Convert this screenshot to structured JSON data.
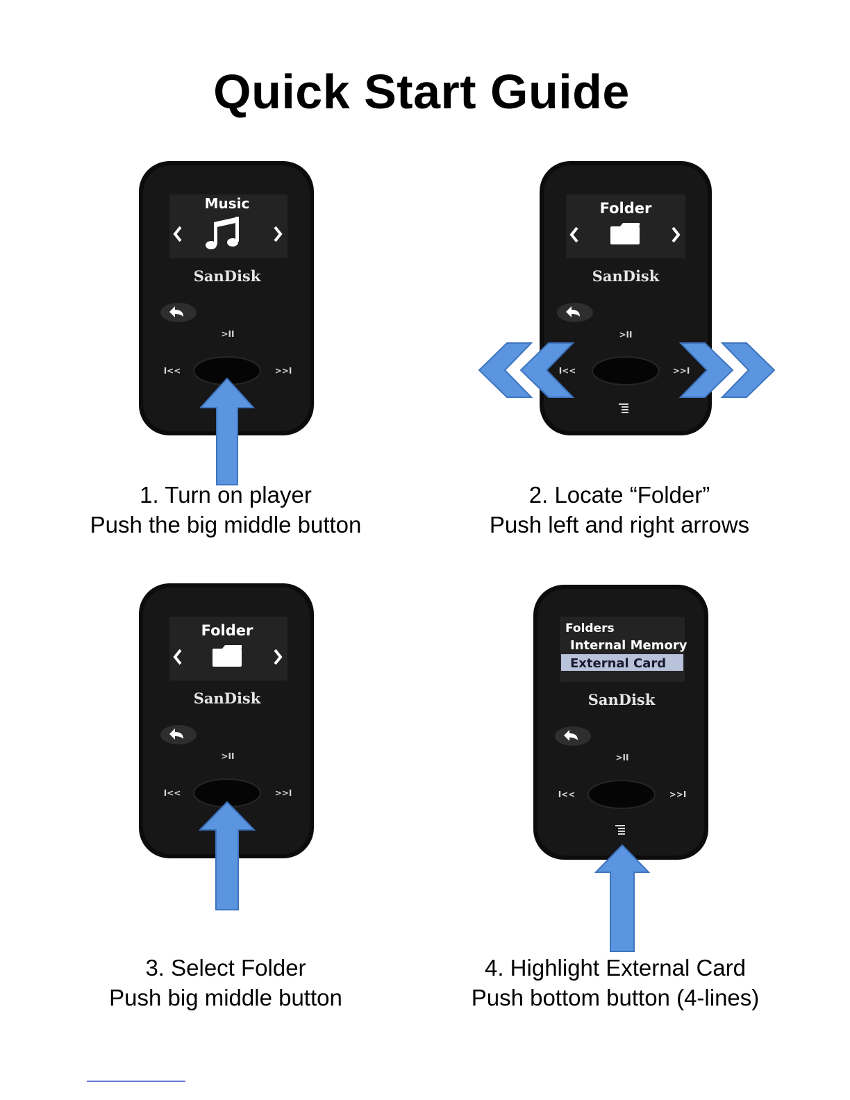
{
  "page": {
    "title": "Quick Start Guide"
  },
  "colors": {
    "arrow": "#5b95e0",
    "player_body": "#141414",
    "screen": "#1e1e1e",
    "highlight": "#b9c2db"
  },
  "player": {
    "brand": "SanDisk",
    "play_pause": ">II",
    "prev": "I<<",
    "next": ">>I"
  },
  "steps": [
    {
      "line1": "1. Turn on player",
      "line2": "Push the big middle button",
      "screen_title": "Music",
      "screen_icon": "music-note-icon"
    },
    {
      "line1": "2. Locate “Folder”",
      "line2": "Push left and right arrows",
      "screen_title": "Folder",
      "screen_icon": "folder-icon"
    },
    {
      "line1": "3. Select Folder",
      "line2": "Push big middle button",
      "screen_title": "Folder",
      "screen_icon": "folder-icon"
    },
    {
      "line1": "4. Highlight External Card",
      "line2": "Push bottom button (4-lines)",
      "screen_title": "Folders",
      "menu_items": [
        "Internal Memory",
        "External Card"
      ]
    }
  ]
}
